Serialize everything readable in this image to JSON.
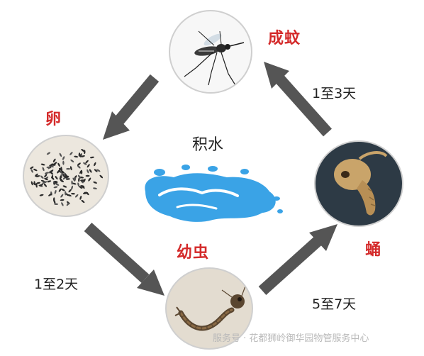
{
  "stages": {
    "adult": "成蚊",
    "egg": "卵",
    "larva": "幼虫",
    "pupa": "蛹"
  },
  "durations": {
    "adult_to_egg": "",
    "egg_to_larva": "1至2天",
    "larva_to_pupa": "5至7天",
    "pupa_to_adult": "1至3天"
  },
  "center": {
    "label": "积水"
  },
  "watermark": "服务号 · 花都狮岭御华园物管服务中心",
  "colors": {
    "label_red": "#d42a2a",
    "arrow": "#555555",
    "water": "#3aa3e6"
  }
}
